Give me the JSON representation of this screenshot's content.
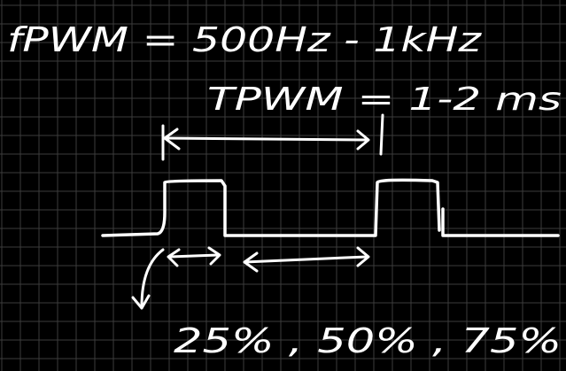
{
  "board": {
    "background": "#000000",
    "grid_color": "#3c3c3c",
    "ink_color": "#ffffff"
  },
  "notes": {
    "frequency_line": "fPWM = 500Hz - 1kHz",
    "period_line": "TPWM = 1-2 ms",
    "duty_cycles": "25% , 50% , 75%"
  }
}
